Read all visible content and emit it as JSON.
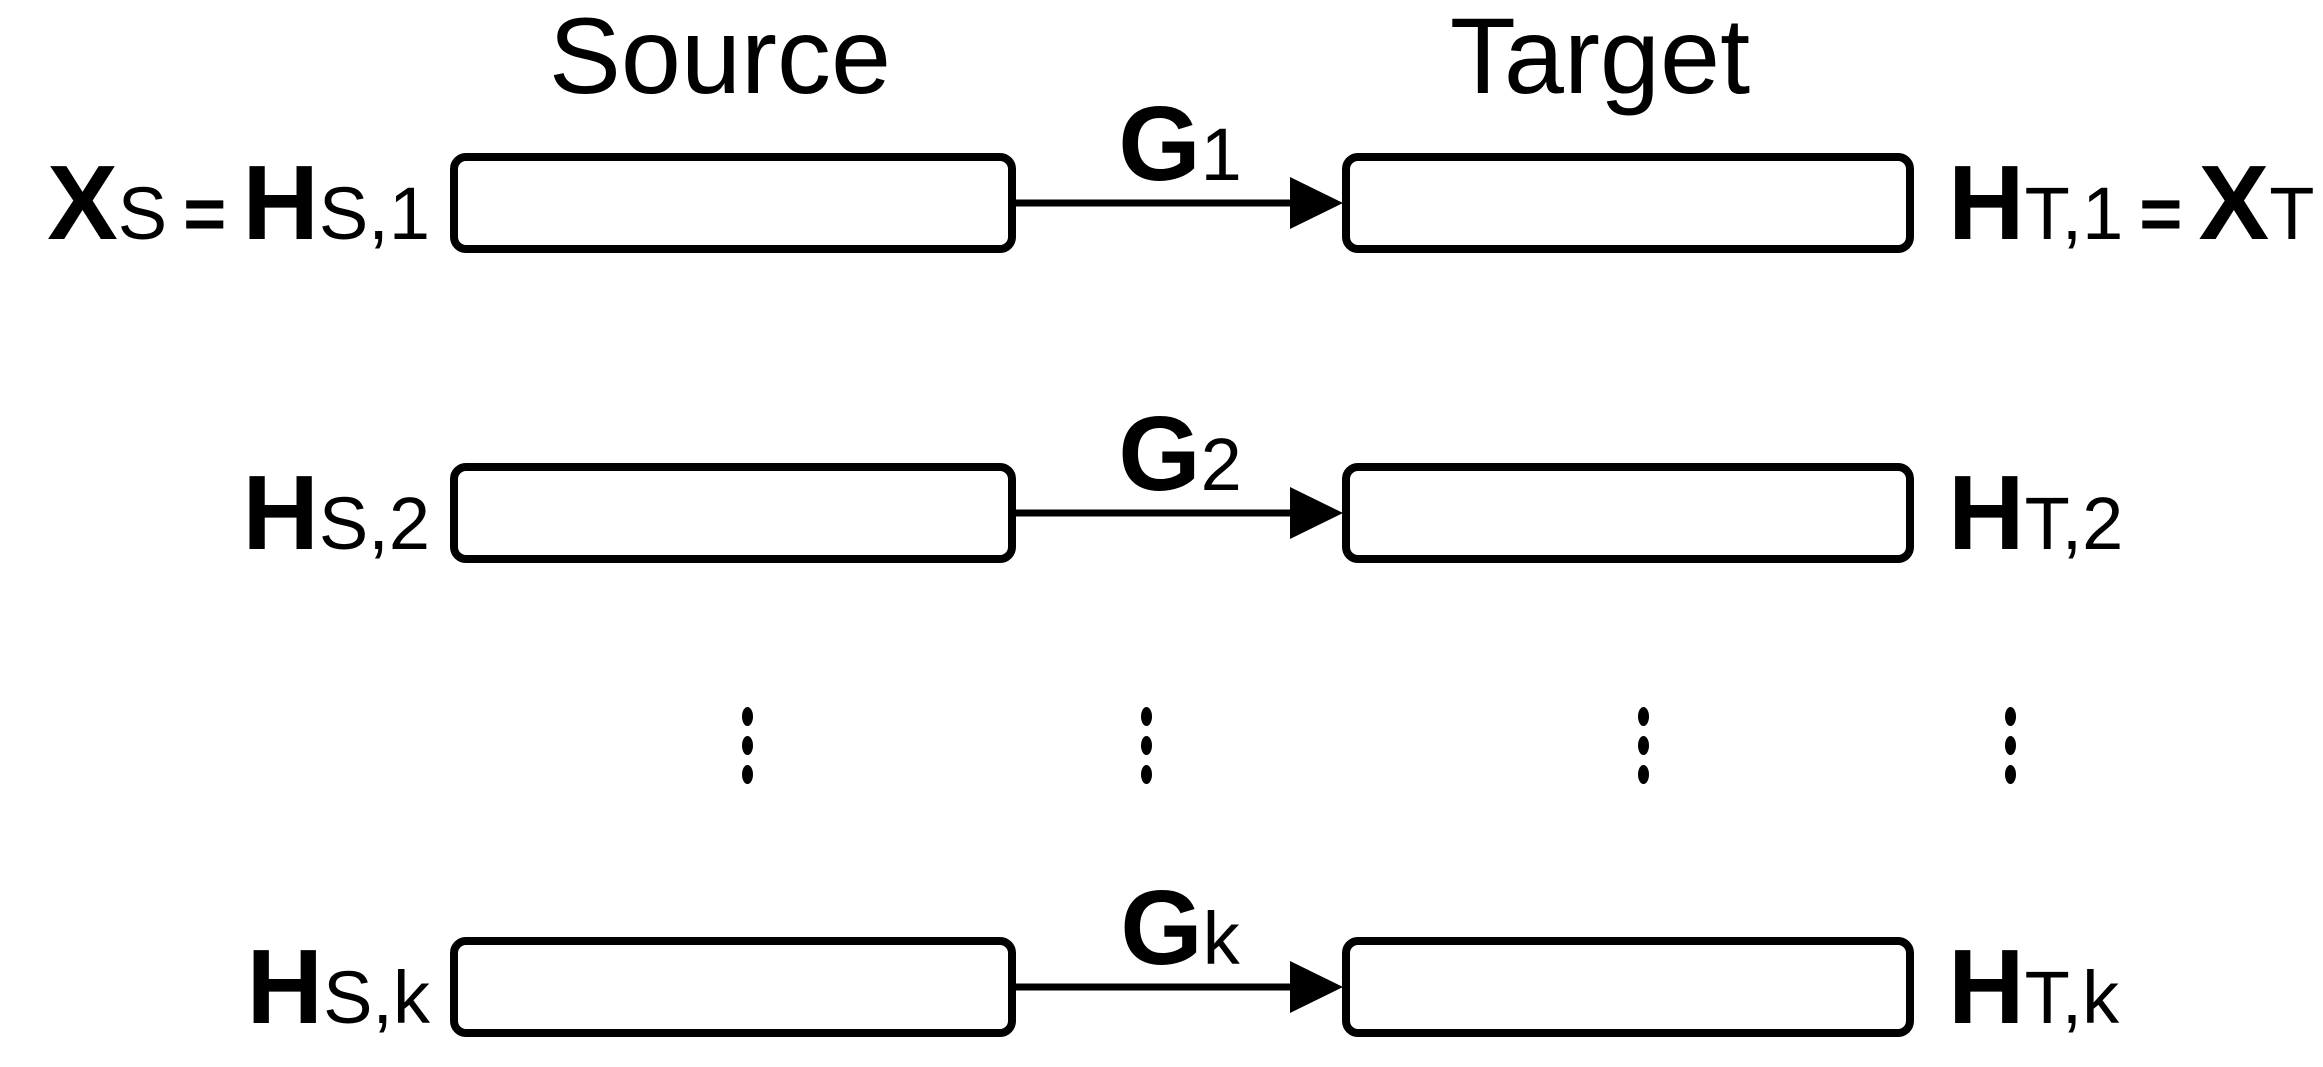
{
  "page": {
    "background_color": "#ffffff",
    "ink_color": "#000000"
  },
  "diagram": {
    "source_title": "Source",
    "target_title": "Target",
    "rows": [
      {
        "left": {
          "pre_main": "X",
          "pre_sub": "S",
          "eq": "=",
          "main": "H",
          "sub": "S,1"
        },
        "gate": {
          "main": "G",
          "sub": "1"
        },
        "right": {
          "main": "H",
          "sub": "T,1",
          "eq": "=",
          "post_main": "X",
          "post_sub": "T"
        }
      },
      {
        "left": {
          "main": "H",
          "sub": "S,2"
        },
        "gate": {
          "main": "G",
          "sub": "2"
        },
        "right": {
          "main": "H",
          "sub": "T,2"
        }
      },
      {
        "left": {
          "main": "H",
          "sub": "S,k"
        },
        "gate": {
          "main": "G",
          "sub": "k"
        },
        "right": {
          "main": "H",
          "sub": "T,k"
        }
      }
    ],
    "ellipsis": {
      "symbol": "⋮",
      "columns": 4,
      "dots_per_column": 3
    }
  }
}
